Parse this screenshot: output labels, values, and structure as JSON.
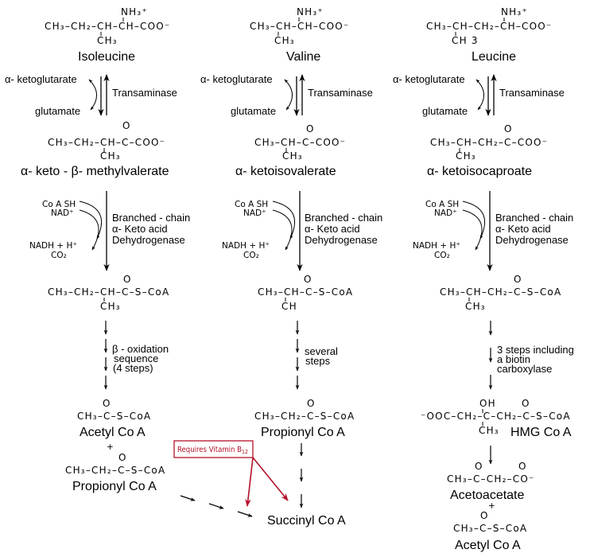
{
  "columns": [
    {
      "amino_acid": {
        "formula_main": "CH₃–CH₂–CH–CH–COO⁻",
        "branch_top": "NH₃⁺",
        "branch_bottom": "CH₃",
        "name": "Isoleucine"
      },
      "transamination": {
        "cosubstrate_in": "α- ketoglutarate",
        "cosubstrate_out": "glutamate",
        "enzyme": "Transaminase"
      },
      "keto_acid": {
        "formula_main": "CH₃–CH₂–CH–C–COO⁻",
        "carbonyl": "O",
        "branch_bottom": "CH₃",
        "name": "α- keto - β- methylvalerate"
      },
      "decarboxylation": {
        "inputs": [
          "Co A SH",
          "NAD⁺"
        ],
        "outputs": [
          "NADH + H⁺",
          "CO₂"
        ],
        "enzyme_lines": [
          "Branched - chain",
          "α- Keto acid",
          "Dehydrogenase"
        ]
      },
      "acyl_coa": {
        "formula_main": "CH₃–CH₂–CH–C–S–CoA",
        "carbonyl": "O",
        "branch_bottom": "CH₃"
      },
      "steps_label": [
        "β - oxidation",
        "sequence",
        "(4 steps)"
      ],
      "products": [
        {
          "carbonyl": "O",
          "formula": "CH₃–C–S–CoA",
          "name": "Acetyl Co A"
        },
        {
          "carbonyl": "O",
          "formula": "CH₃–CH₂–C–S–CoA",
          "name": "Propionyl Co A"
        }
      ],
      "plus": "+"
    },
    {
      "amino_acid": {
        "formula_main": "CH₃–CH–CH–COO⁻",
        "branch_top": "NH₃⁺",
        "branch_bottom": "CH₃",
        "name": "Valine"
      },
      "transamination": {
        "cosubstrate_in": "α- ketoglutarate",
        "cosubstrate_out": "glutamate",
        "enzyme": "Transaminase"
      },
      "keto_acid": {
        "formula_main": "CH₃–CH–C–COO⁻",
        "carbonyl": "O",
        "branch_bottom": "CH₃",
        "name": "α- ketoisovalerate"
      },
      "decarboxylation": {
        "inputs": [
          "Co A SH",
          "NAD⁺"
        ],
        "outputs": [
          "NADH + H⁺",
          "CO₂"
        ],
        "enzyme_lines": [
          "Branched - chain",
          "α- Keto acid",
          "Dehydrogenase"
        ]
      },
      "acyl_coa": {
        "formula_main": "CH₃–CH–C–S–CoA",
        "carbonyl": "O",
        "branch_bottom": "CH"
      },
      "steps_label": [
        "several",
        "steps"
      ],
      "products": [
        {
          "carbonyl": "O",
          "formula": "CH₃–CH₂–C–S–CoA",
          "name": "Propionyl Co A"
        }
      ]
    },
    {
      "amino_acid": {
        "formula_main": "CH₃–CH–CH₂–CH–COO⁻",
        "branch_top": "NH₃⁺",
        "branch_bottom": "CH 3",
        "name": "Leucine"
      },
      "transamination": {
        "cosubstrate_in": "α- ketoglutarate",
        "cosubstrate_out": "glutamate",
        "enzyme": "Transaminase"
      },
      "keto_acid": {
        "formula_main": "CH₃–CH–CH₂–C–COO⁻",
        "carbonyl": "O",
        "branch_bottom": "CH₃",
        "name": "α- ketoisocaproate"
      },
      "decarboxylation": {
        "inputs": [
          "Co A SH",
          "NAD⁺"
        ],
        "outputs": [
          "NADH + H⁺",
          "CO₂"
        ],
        "enzyme_lines": [
          "Branched - chain",
          "α- Keto acid",
          "Dehydrogenase"
        ]
      },
      "acyl_coa": {
        "formula_main": "CH₃–CH–CH₂–C–S–CoA",
        "carbonyl": "O",
        "branch_bottom": "CH₃"
      },
      "steps_label": [
        "3 steps including",
        "a biotin",
        "carboxylase"
      ],
      "hmg": {
        "formula_main": "⁻OOC–CH₂–C–CH₂–C–S–CoA",
        "hydroxyl": "OH",
        "carbonyl": "O",
        "branch_bottom": "CH₃",
        "name": "HMG Co A"
      },
      "products": [
        {
          "formula": "CH₃–C–CH₂–CO⁻",
          "carbonyl": "O",
          "name": "Acetoacetate"
        },
        {
          "carbonyl": "O",
          "formula": "CH₃–C–S–CoA",
          "name": "Acetyl Co A"
        }
      ],
      "plus": "+"
    }
  ],
  "final_product": "Succinyl Co A",
  "vitamin_note": {
    "text": "Requires Vitamin B",
    "subscript": "12",
    "color": "#b5122a"
  }
}
